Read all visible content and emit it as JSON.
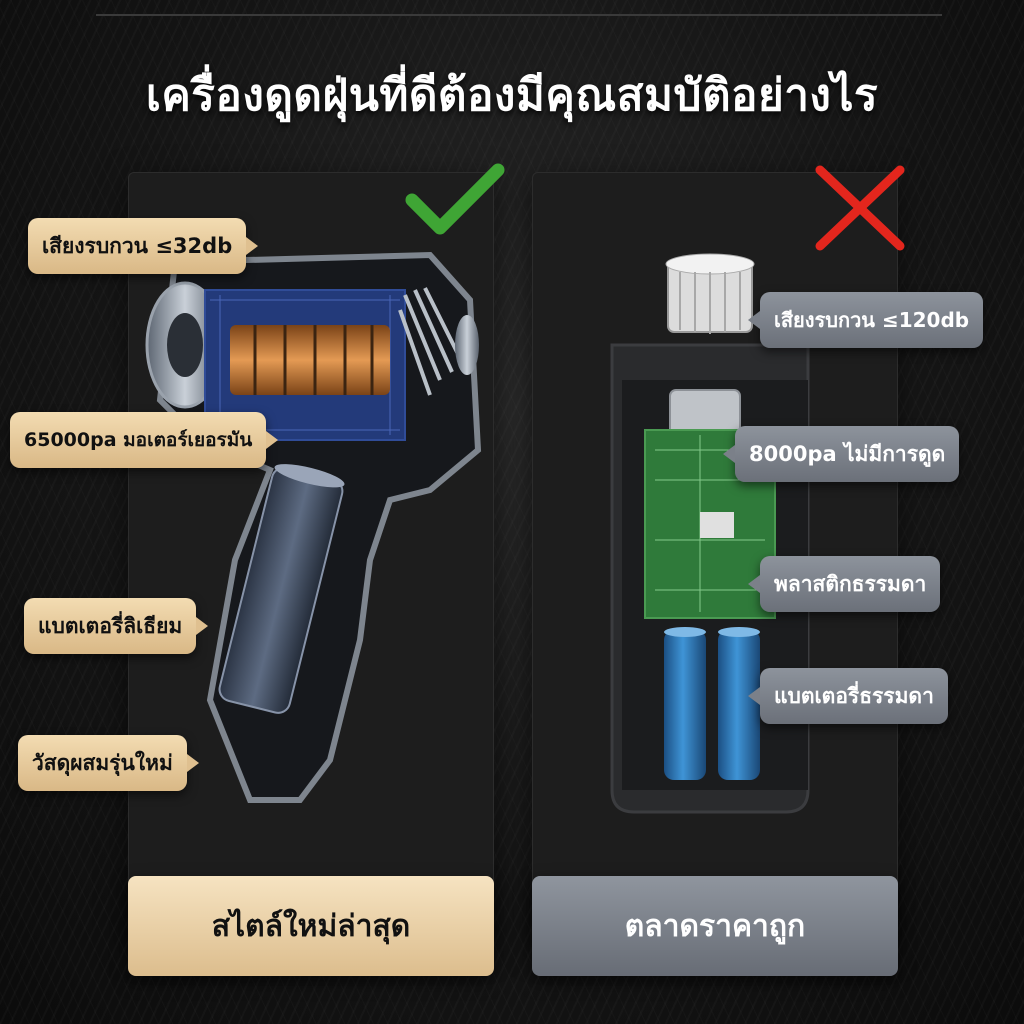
{
  "title": "เครื่องดูดฝุ่นที่ดีต้องมีคุณสมบัติอย่างไร",
  "left_panel": {
    "callouts": [
      "เสียงรบกวน ≤32db",
      "65000pa มอเตอร์เยอรมัน",
      "แบตเตอรี่ลิเธียม",
      "วัสดุผสมรุ่นใหม่"
    ],
    "footer": "สไตล์ใหม่ล่าสุด",
    "mark_icon": "check-icon"
  },
  "right_panel": {
    "callouts": [
      "เสียงรบกวน ≤120db",
      "8000pa ไม่มีการดูด",
      "พลาสติกธรรมดา",
      "แบตเตอรี่ธรรมดา"
    ],
    "footer": "ตลาดราคาถูก",
    "mark_icon": "cross-icon"
  },
  "colors": {
    "check": "#3fa535",
    "cross": "#e3261d",
    "gold": "#e6c896",
    "gray": "#7b8089"
  }
}
